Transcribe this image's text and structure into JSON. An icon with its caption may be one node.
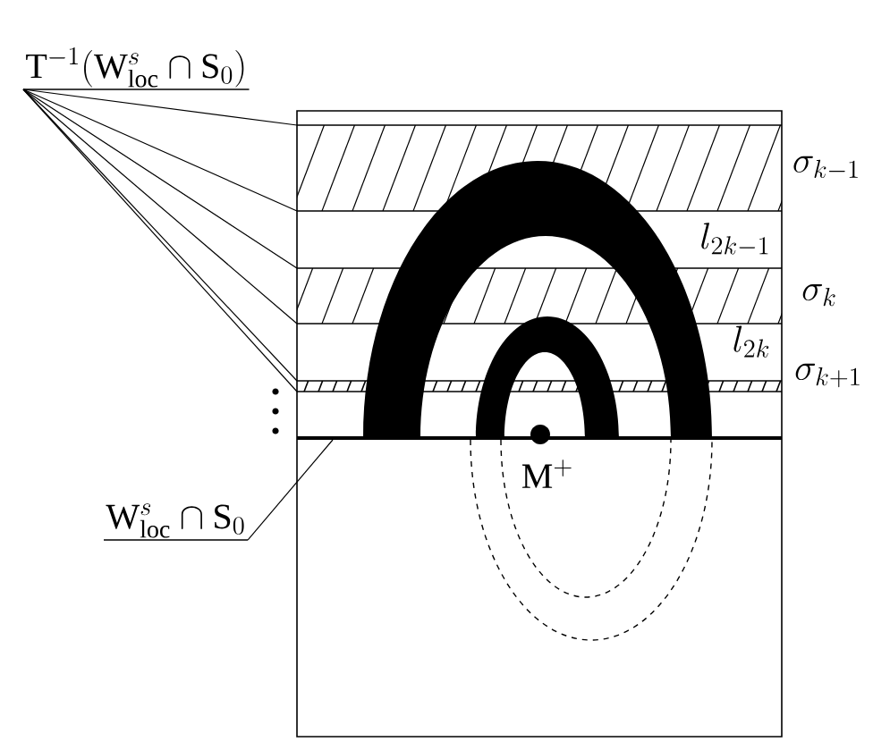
{
  "diagram": {
    "nodes": [
      {
        "text": [
          "\\mathrm{T}^{-1}(\\mathrm{W}^{s}_{\\mathrm{loc}}\\cap \\mathrm{S}_{0})"
        ]
      },
      {
        "text": [
          "\\mathrm{W}^{s}_{\\mathrm{loc}}\\cap \\mathrm{S}_{0}"
        ]
      }
    ],
    "edges": [
      {
        "from": 0,
        "to": null,
        "arrow": "none"
      },
      {
        "from": 0,
        "to": null,
        "arrow": "none"
      },
      {
        "from": 0,
        "to": null,
        "arrow": "none"
      },
      {
        "from": 0,
        "to": null,
        "arrow": "none"
      },
      {
        "from": 0,
        "to": null,
        "arrow": "none"
      },
      {
        "from": 0,
        "to": null,
        "arrow": "none"
      },
      {
        "from": 1,
        "to": null,
        "arrow": "none"
      }
    ],
    "labels": [
      "\\sigma_{k-1}",
      "l_{2k-1}",
      "\\sigma_{k}",
      "l_{2k}",
      "\\sigma_{k+1}",
      "\\mathrm{M}^{+}"
    ]
  }
}
